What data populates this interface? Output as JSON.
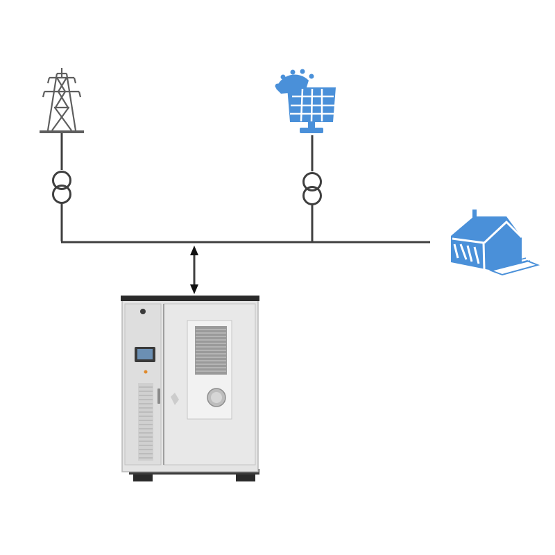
{
  "diagram": {
    "type": "energy-storage-single-line-diagram",
    "nodes": [
      {
        "id": "grid",
        "icon": "transmission-tower-icon"
      },
      {
        "id": "solar",
        "icon": "solar-panel-icon"
      },
      {
        "id": "load",
        "icon": "house-icon"
      },
      {
        "id": "storage",
        "icon": "battery-cabinet-icon"
      }
    ],
    "edges": [
      {
        "from": "grid",
        "to": "bus",
        "via": "transformer-icon"
      },
      {
        "from": "solar",
        "to": "bus",
        "via": "transformer-icon"
      },
      {
        "from": "bus",
        "to": "load"
      },
      {
        "from": "storage",
        "to": "bus",
        "direction": "bidirectional"
      }
    ],
    "colors": {
      "line": "#3f3f3f",
      "tower": "#5e5e5e",
      "accent_blue": "#4a90d9",
      "cabinet_body": "#e4e4e4",
      "cabinet_trim": "#2a2a2a"
    }
  }
}
